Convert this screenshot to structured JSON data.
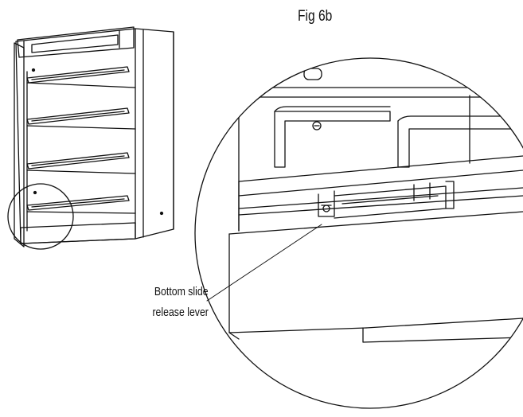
{
  "figure": {
    "title": "Fig 6b",
    "callout": {
      "line1": "Bottom slide",
      "line2": "release lever"
    },
    "stroke_color": "#111111",
    "background_color": "#ffffff"
  }
}
